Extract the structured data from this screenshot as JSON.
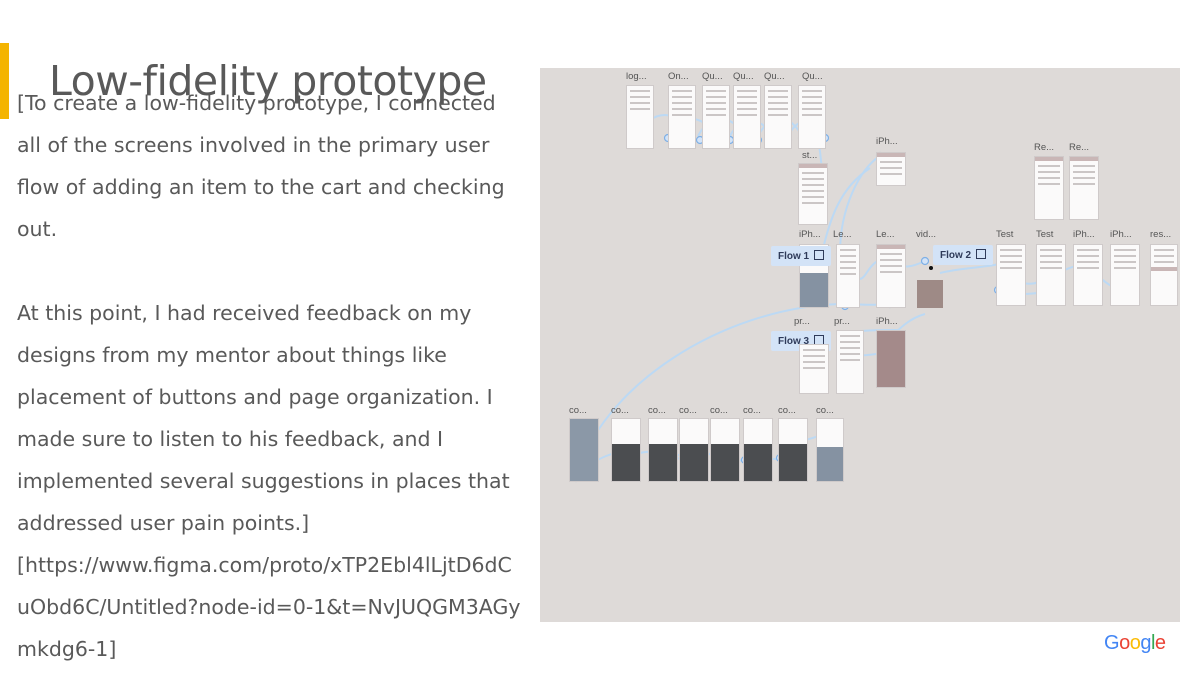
{
  "slide": {
    "title": "Low-fidelity prototype",
    "lines": [
      "[To create a low-fidelity prototype, I connected",
      "all of the screens involved in the primary user",
      "flow of adding an item to the cart and checking",
      "out.",
      "",
      "At this point, I had received feedback on my",
      "designs from  my mentor about things like",
      "placement of buttons and page organization. I",
      "made sure to listen to his feedback, and I",
      "implemented several suggestions in places that",
      "addressed user pain points.]",
      "[https://www.figma.com/proto/xTP2Ebl4lLjtD6dC",
      "uObd6C/Untitled?node-id=0-1&t=NvJUQGM3AGy",
      "mkdg6-1]"
    ],
    "accent_color": "#f4b400",
    "logo_text": "Google"
  },
  "figma": {
    "frame_labels": {
      "log": "log...",
      "on": "On...",
      "qu1": "Qu...",
      "qu2": "Qu...",
      "qu3": "Qu...",
      "qu4": "Qu...",
      "st": "st...",
      "iph_top": "iPh...",
      "re1": "Re...",
      "re2": "Re...",
      "iph_mid": "iPh...",
      "le1": "Le...",
      "le2": "Le...",
      "vid": "vid...",
      "test1": "Test",
      "test2": "Test",
      "iph_r1": "iPh...",
      "iph_r2": "iPh...",
      "res": "res...",
      "pr1": "pr...",
      "pr2": "pr...",
      "iph_low": "iPh...",
      "co1": "co...",
      "co2": "co...",
      "co3": "co...",
      "co4": "co...",
      "co5": "co...",
      "co6": "co...",
      "co7": "co...",
      "co8": "co..."
    },
    "flows": {
      "flow1": "Flow 1",
      "flow2": "Flow 2",
      "flow3": "Flow 3"
    },
    "canvas_color": "#dedad8",
    "connector_color": "#bcd9f4"
  }
}
